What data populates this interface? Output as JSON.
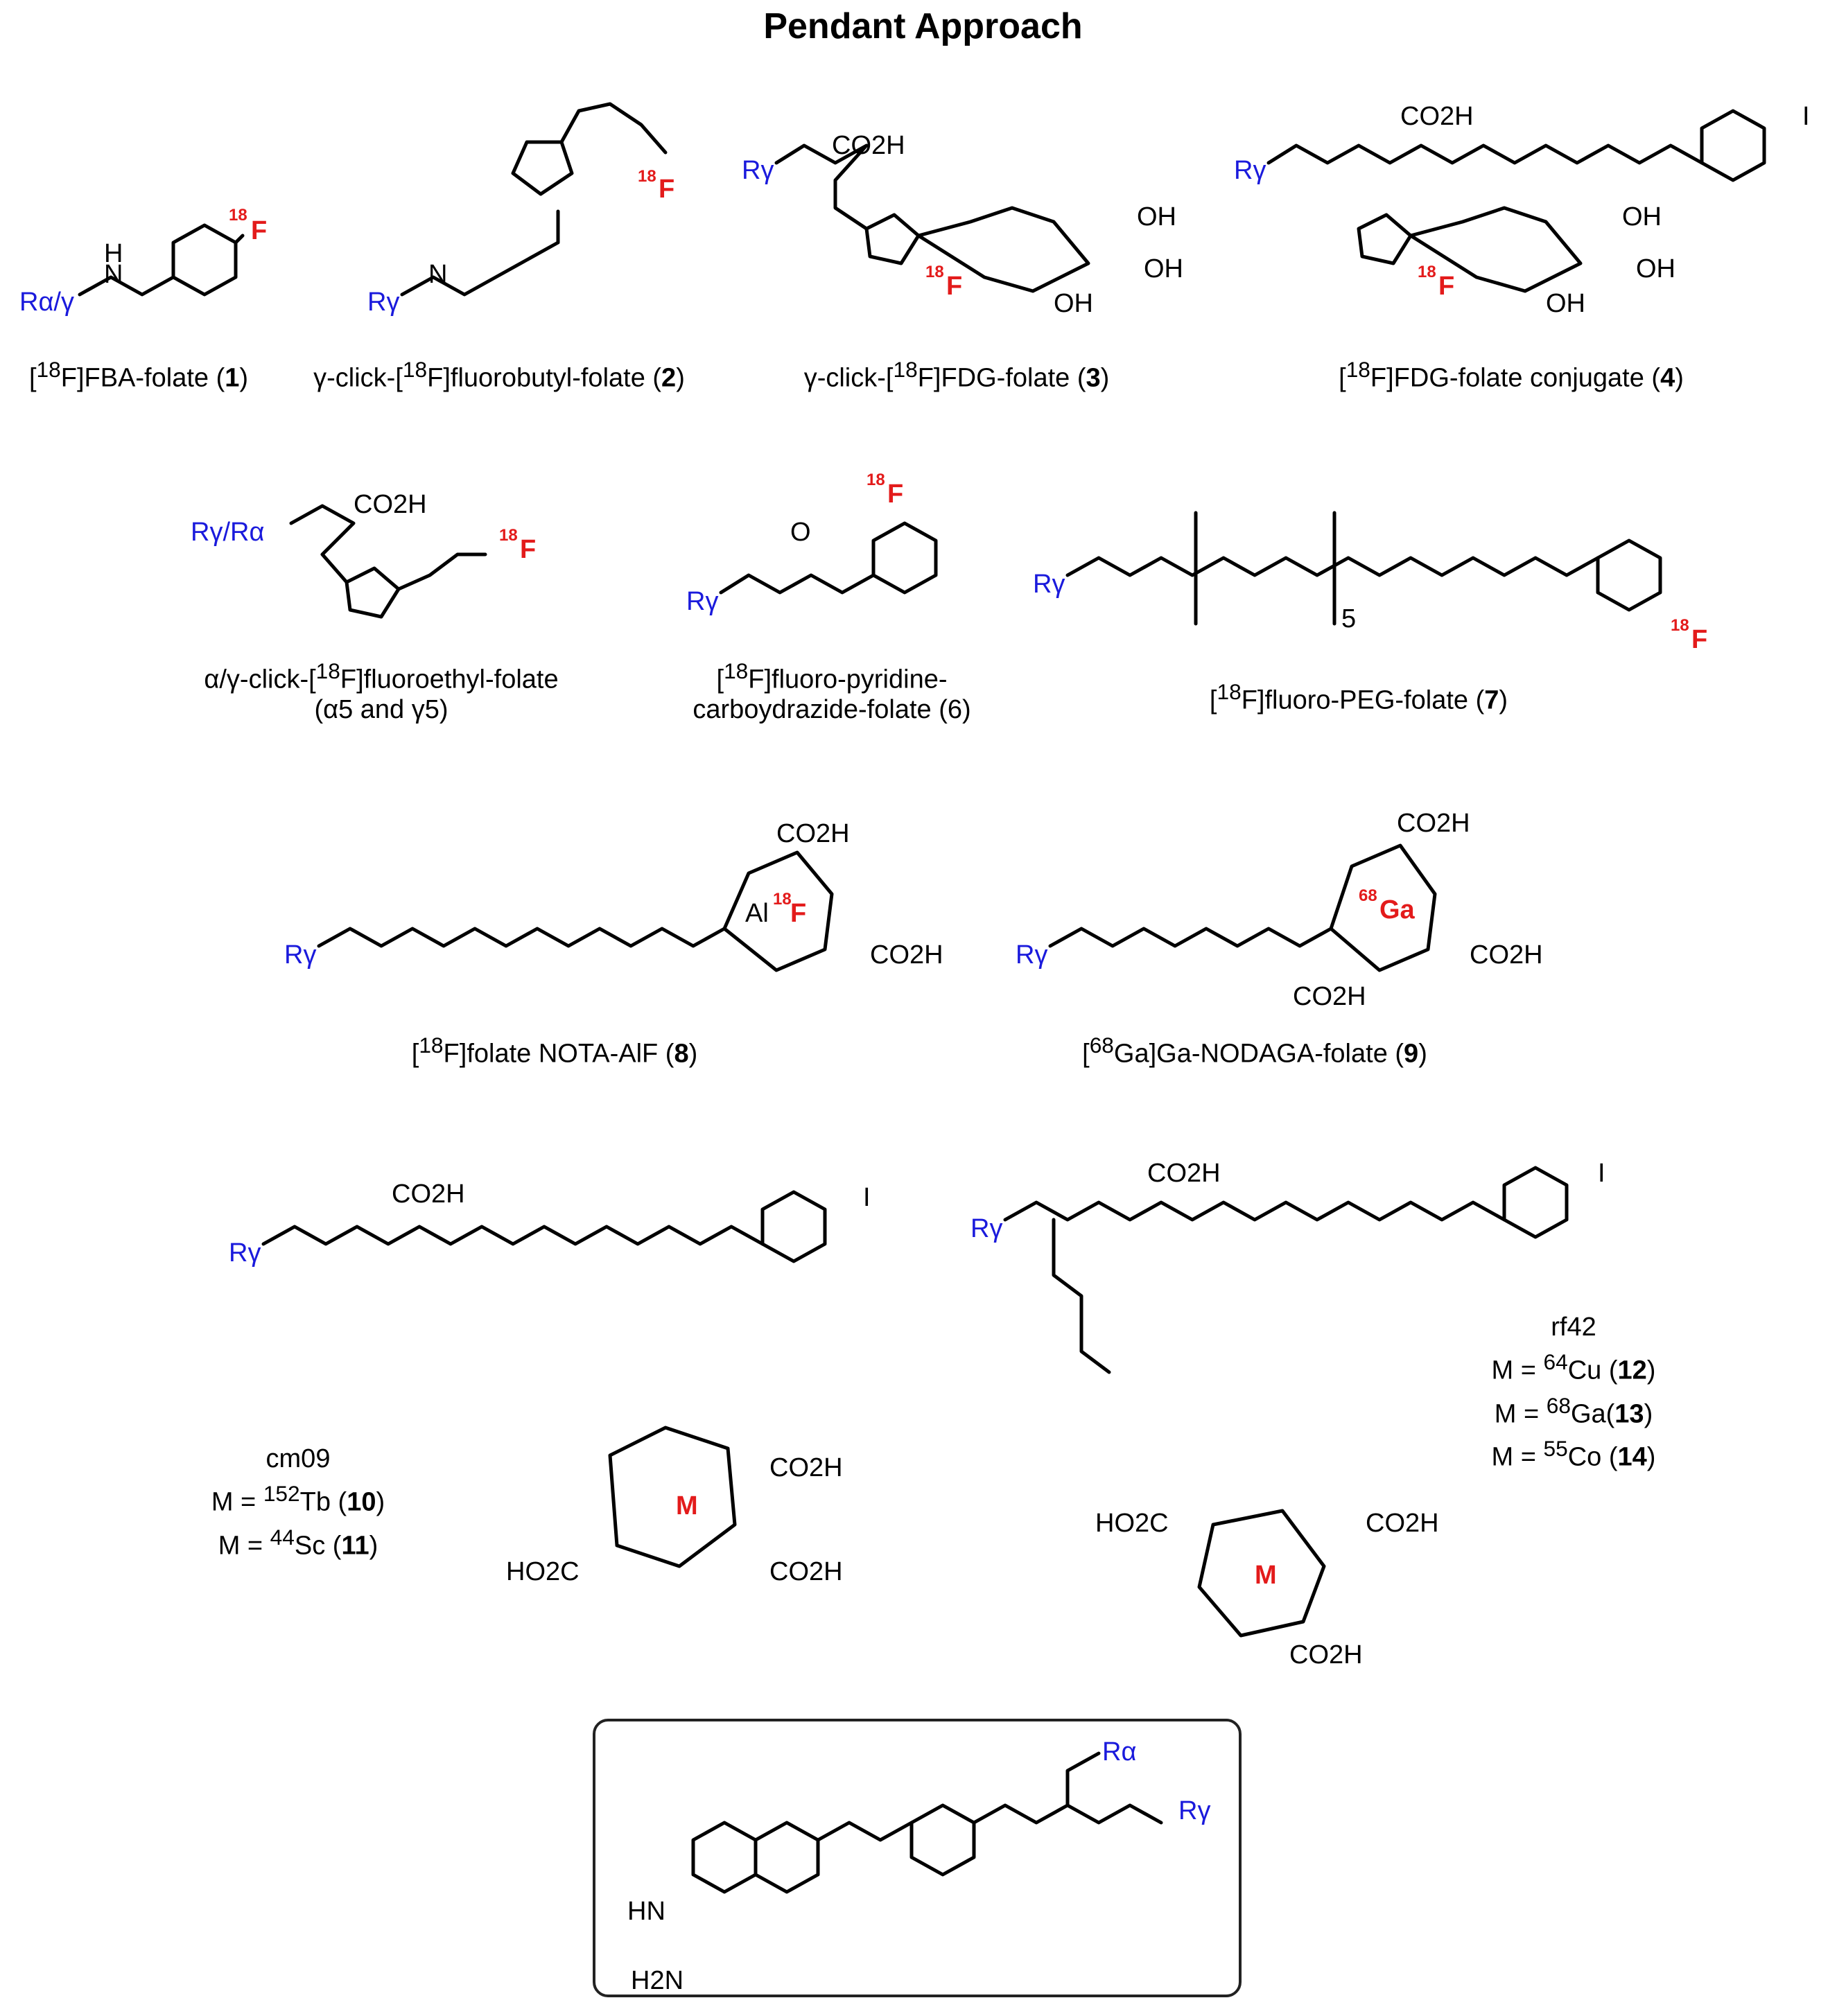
{
  "title": "Pendant Approach",
  "captions": [
    {
      "id": "c1",
      "pre": "[",
      "sup": "18",
      "post": "F]FBA-folate (",
      "num": "1",
      "end": ")"
    },
    {
      "id": "c2",
      "pre": "γ-click-[",
      "sup": "18",
      "post": "F]fluorobutyl-folate (",
      "num": "2",
      "end": ")"
    },
    {
      "id": "c3",
      "pre": "γ-click-[",
      "sup": "18",
      "post": "F]FDG-folate (",
      "num": "3",
      "end": ")"
    },
    {
      "id": "c4",
      "pre": "[",
      "sup": "18",
      "post": "F]FDG-folate conjugate (",
      "num": "4",
      "end": ")"
    },
    {
      "id": "c5",
      "pre": "α/γ-click-[",
      "sup": "18",
      "post": "F]fluoroethyl-folate",
      "line2": "(α5 and γ5)"
    },
    {
      "id": "c6",
      "pre": "[",
      "sup": "18",
      "post": "F]fluoro-pyridine-",
      "line2": "carboydrazide-folate (6)"
    },
    {
      "id": "c7",
      "pre": "[",
      "sup": "18",
      "post": "F]fluoro-PEG-folate (",
      "num": "7",
      "end": ")"
    },
    {
      "id": "c8",
      "pre": "[",
      "sup": "18",
      "post": "F]folate NOTA-AlF (",
      "num": "8",
      "end": ")"
    },
    {
      "id": "c9",
      "pre": "[",
      "sup": "68",
      "post": "Ga]Ga-NODAGA-folate (",
      "num": "9",
      "end": ")"
    }
  ],
  "cm09": {
    "name": "cm09",
    "m1": "M = ",
    "m1sup": "152",
    "m1el": "Tb (",
    "m1num": "10",
    "m2": "M = ",
    "m2sup": "44",
    "m2el": "Sc (",
    "m2num": "11"
  },
  "rf42": {
    "name": "rf42",
    "m1": "M = ",
    "m1sup": "64",
    "m1el": "Cu (",
    "m1num": "12",
    "m2": "M = ",
    "m2sup": "68",
    "m2el": "Ga(",
    "m2num": "13",
    "m3": "M = ",
    "m3sup": "55",
    "m3el": "Co (",
    "m3num": "14"
  },
  "labels": {
    "ra_g": "Rα/γ",
    "rg": "Rγ",
    "rg_ra": "Rγ/Rα",
    "ra": "Rα",
    "f18": "18",
    "f": "F",
    "ga68": "68",
    "ga": "Ga",
    "al": "Al",
    "m": "M",
    "nh": "H",
    "n": "N",
    "o": "O",
    "co2h": "CO2H",
    "ho2c": "HO2C",
    "oh": "OH",
    "i": "I",
    "five": "5",
    "h2n": "H2N",
    "hn": "HN",
    "rf": "rf42"
  },
  "colors": {
    "r_group": "#1a1adc",
    "isotope": "#e31b1b",
    "bond": "#000000"
  }
}
